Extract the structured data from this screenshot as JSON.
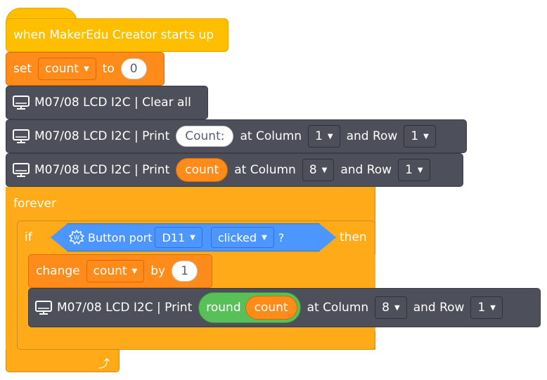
{
  "hat_block": {
    "label": "when MakerEdu Creator starts up"
  },
  "set_block": {
    "set_label": "set",
    "variable": "count",
    "to_label": "to",
    "value": "0"
  },
  "clear_block": {
    "label": "M07/08 LCD I2C | Clear all"
  },
  "print_block_1": {
    "prefix": "M07/08 LCD I2C | Print",
    "text_value": "Count:",
    "column_label": "at Column",
    "column_value": "1",
    "row_label": "and Row",
    "row_value": "1"
  },
  "print_block_2": {
    "prefix": "M07/08 LCD I2C | Print",
    "variable": "count",
    "column_label": "at Column",
    "column_value": "8",
    "row_label": "and Row",
    "row_value": "1"
  },
  "forever_block": {
    "label": "forever"
  },
  "if_block": {
    "if_label": "if",
    "then_label": "then"
  },
  "button_condition": {
    "label": "Button port",
    "port": "D11",
    "event": "clicked",
    "question": "?"
  },
  "change_block": {
    "change_label": "change",
    "variable": "count",
    "by_label": "by",
    "value": "1"
  },
  "print_block_3": {
    "prefix": "M07/08 LCD I2C | Print",
    "round_label": "round",
    "variable": "count",
    "column_label": "at Column",
    "column_value": "8",
    "row_label": "and Row",
    "row_value": "1"
  },
  "icons": {
    "lcd": "lcd-monitor-icon",
    "button": "button-module-icon",
    "caret": "dropdown-caret-icon",
    "loop": "loop-arrow-icon"
  },
  "colors": {
    "events": "#ffbf00",
    "variables": "#ff8c1a",
    "lcd": "#4d4f5a",
    "control": "#ffab19",
    "sensing": "#4c97ff",
    "operators": "#59c059"
  }
}
